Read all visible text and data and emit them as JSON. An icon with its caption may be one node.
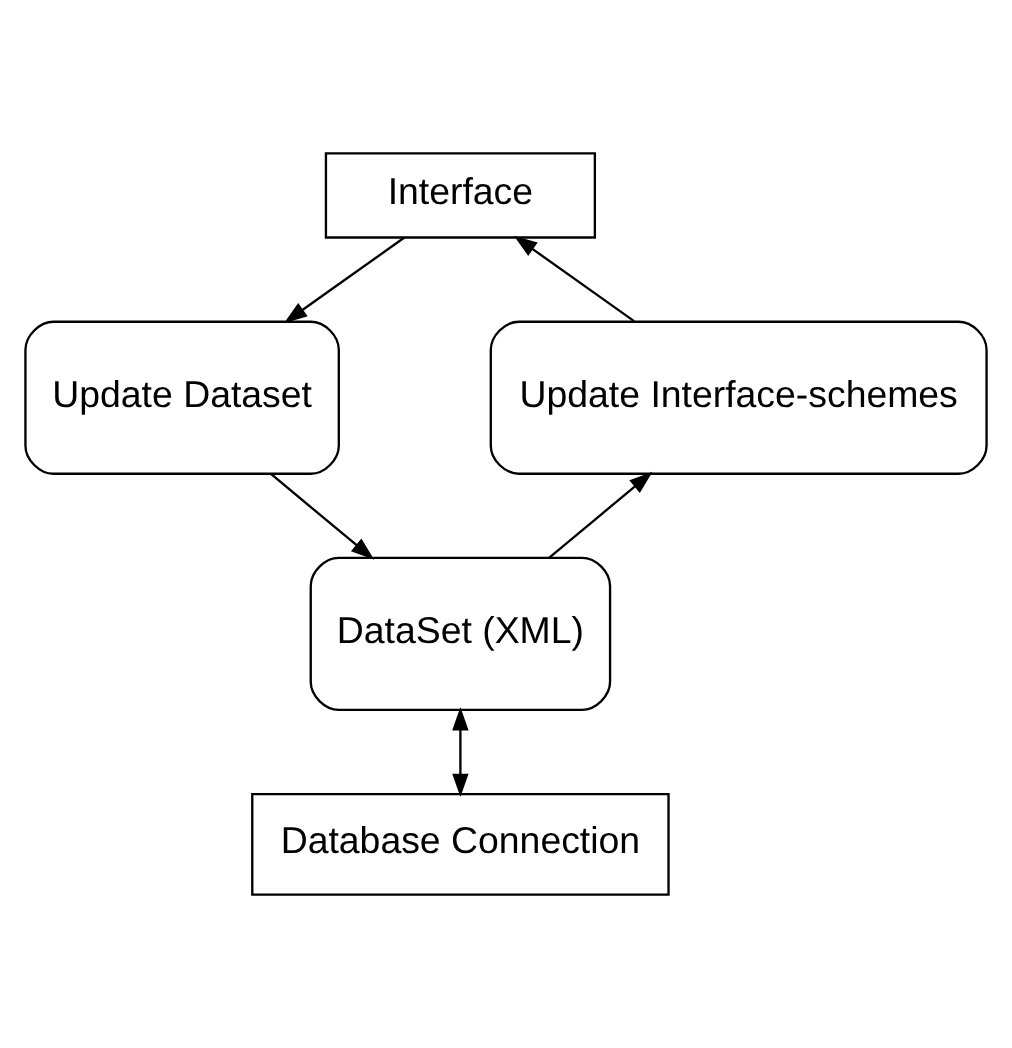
{
  "diagram": {
    "nodes": [
      {
        "text": [
          "Interface"
        ]
      },
      {
        "text": [
          "Update Dataset"
        ]
      },
      {
        "text": [
          "Update Interface-schemes"
        ]
      },
      {
        "text": [
          "DataSet (XML)"
        ]
      },
      {
        "text": [
          "Database Connection"
        ]
      }
    ],
    "edges": [
      {
        "from": 0,
        "to": 1,
        "arrow": "to"
      },
      {
        "from": 1,
        "to": 3,
        "arrow": "to"
      },
      {
        "from": 3,
        "to": 2,
        "arrow": "to"
      },
      {
        "from": 2,
        "to": 0,
        "arrow": "to"
      },
      {
        "from": 3,
        "to": 4,
        "arrow": "both"
      }
    ]
  }
}
